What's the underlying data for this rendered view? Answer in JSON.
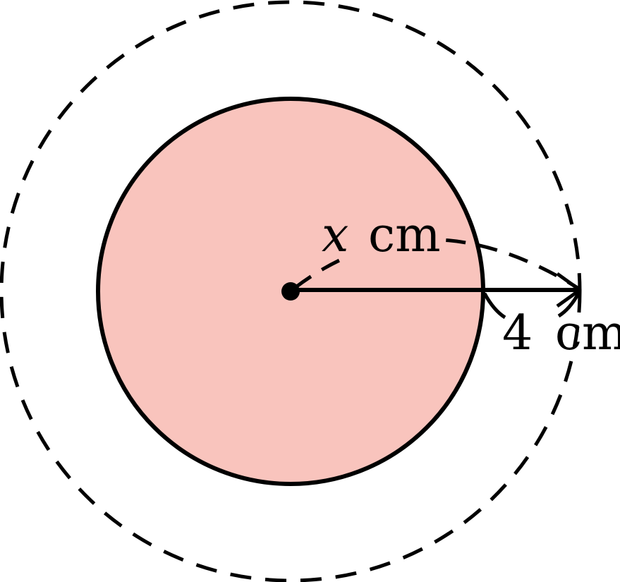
{
  "colors": {
    "inner_fill": "#f9c4bd",
    "stroke": "#000000",
    "background": "#ffffff"
  },
  "labels": {
    "inner_radius_variable": "x",
    "inner_radius_unit": "cm",
    "gap_value": "4",
    "gap_unit": "cm"
  }
}
